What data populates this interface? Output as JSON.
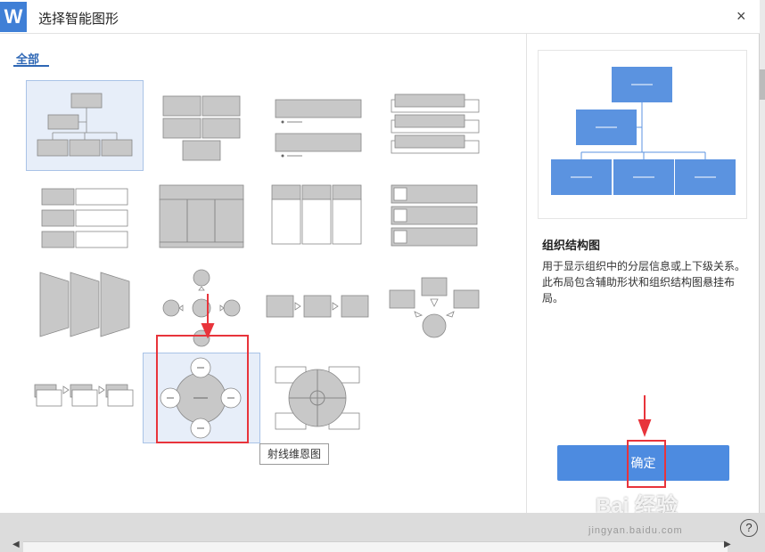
{
  "dialog": {
    "title": "选择智能图形",
    "logo_letter": "W",
    "close_glyph": "×"
  },
  "tabs": [
    {
      "label": "全部",
      "active": true
    }
  ],
  "gallery": {
    "items": [
      {
        "name": "org-chart",
        "selected": true
      },
      {
        "name": "grid-boxes"
      },
      {
        "name": "stacked-list"
      },
      {
        "name": "layered-list"
      },
      {
        "name": "vertical-bullet-list"
      },
      {
        "name": "table-hierarchy"
      },
      {
        "name": "horizontal-bullet-list"
      },
      {
        "name": "picture-list"
      },
      {
        "name": "trapezoid-list"
      },
      {
        "name": "cross-arrows"
      },
      {
        "name": "basic-process"
      },
      {
        "name": "converging-arrows"
      },
      {
        "name": "step-process"
      },
      {
        "name": "radial-mind-map",
        "hovered": true
      },
      {
        "name": "circle-matrix"
      }
    ],
    "tooltip": "射线维恩图"
  },
  "preview": {
    "title": "组织结构图",
    "description": "用于显示组织中的分层信息或上下级关系。此布局包含辅助形状和组织结构图悬挂布局。"
  },
  "buttons": {
    "ok": "确定"
  },
  "statusbar": {
    "help": "?"
  },
  "watermark": {
    "text": "Bai 经验",
    "url": "jingyan.baidu.com"
  },
  "colors": {
    "accent": "#4d8be0",
    "shape_gray": "#c8c8c8",
    "preview_blue": "#5b93e0",
    "highlight": "#e8343b"
  }
}
